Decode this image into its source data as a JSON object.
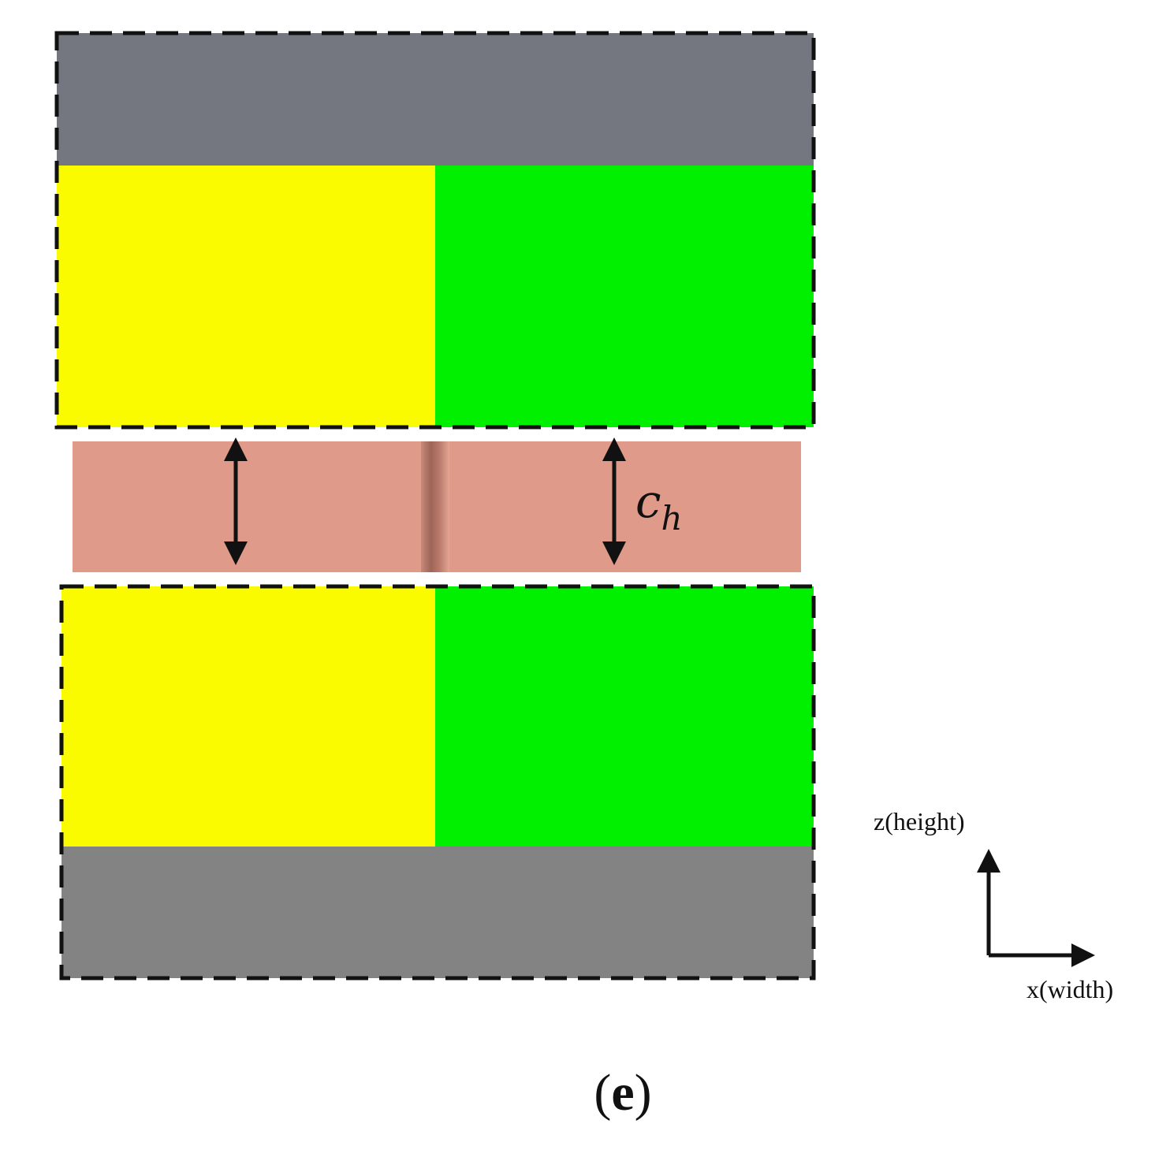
{
  "labels": {
    "dimension_main": "c",
    "dimension_sub": "h"
  },
  "axes": {
    "vertical": "z(height)",
    "horizontal": "x(width)"
  },
  "caption": {
    "open": "(",
    "letter": "e",
    "close": ")"
  },
  "colors": {
    "gray_top": "#747780",
    "gray_bottom": "#838383",
    "yellow": "#fbfb00",
    "green": "#00f000",
    "salmon": "#e09a8a",
    "salmon_seam": "#b97a6b",
    "frame": "#111111",
    "arrow": "#111111"
  }
}
